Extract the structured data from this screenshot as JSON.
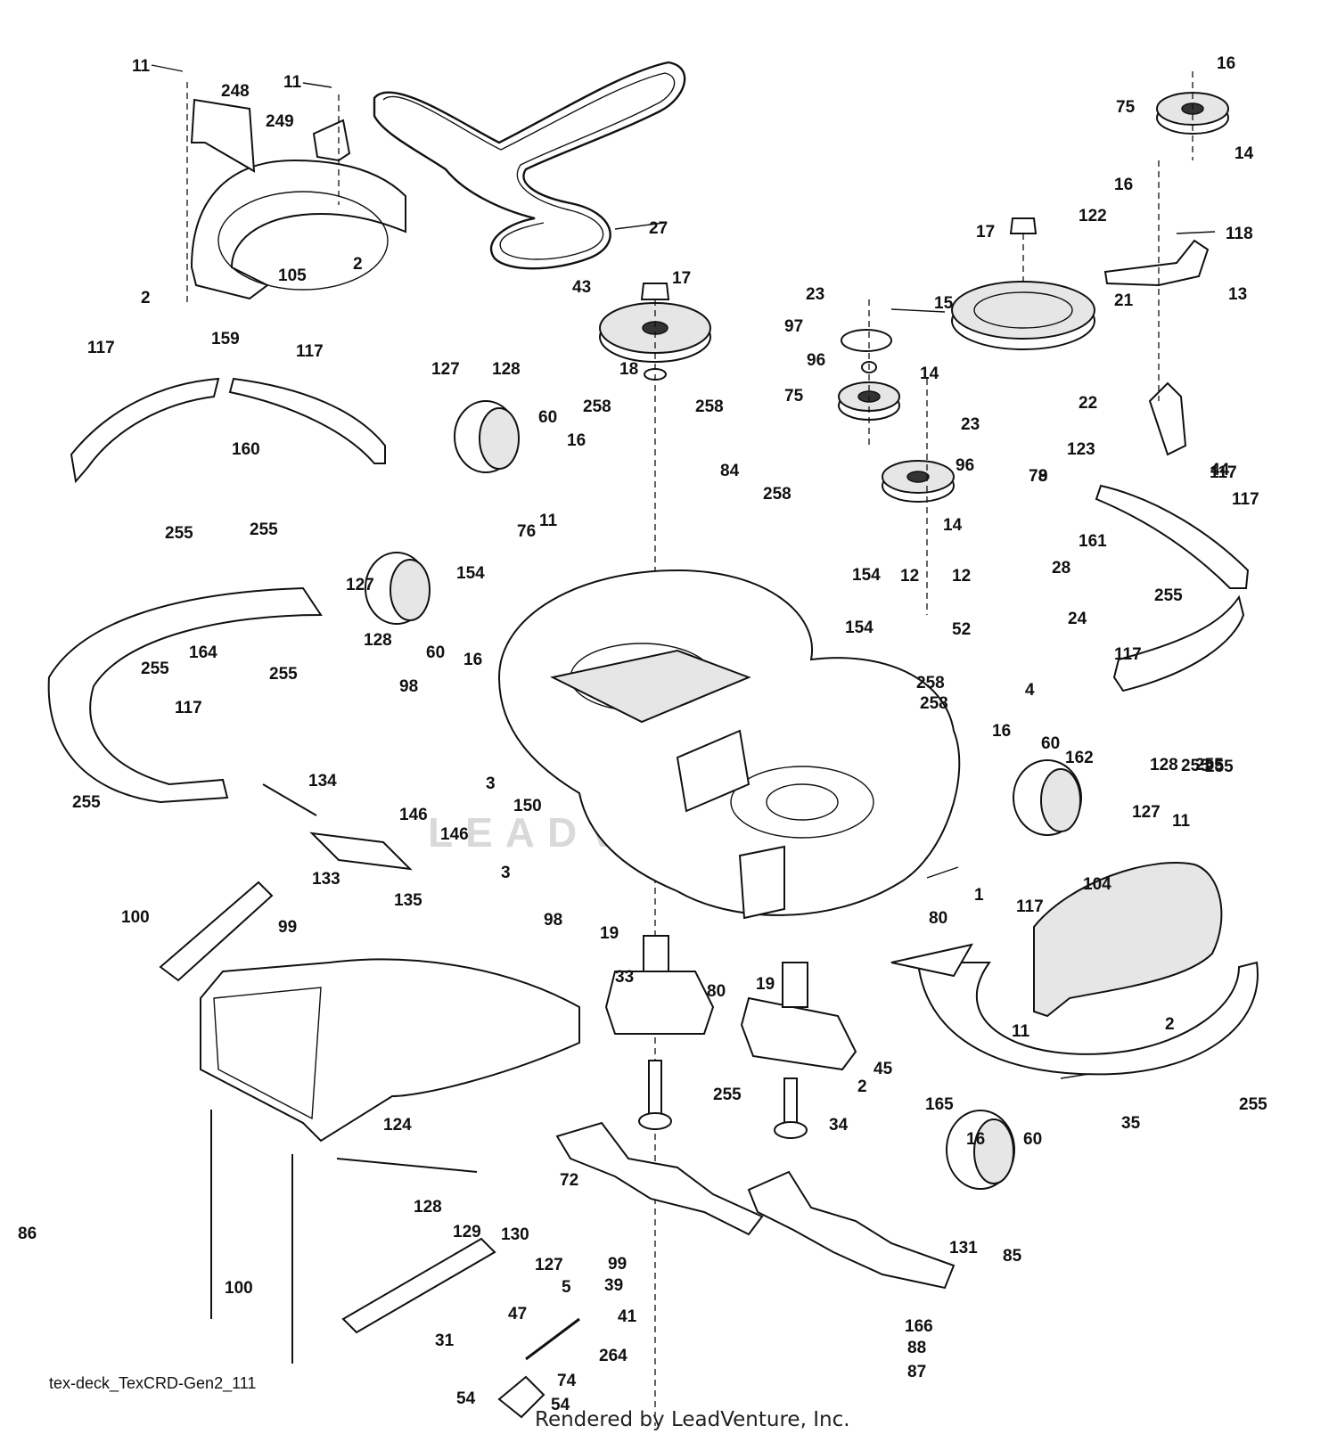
{
  "diagram": {
    "watermark": "LEADVENTURE",
    "drawing_code": "tex-deck_TexCRD-Gen2_111",
    "credit": "Rendered by LeadVenture, Inc.",
    "callouts": [
      "11",
      "248",
      "11",
      "249",
      "2",
      "105",
      "2",
      "27",
      "43",
      "17",
      "18",
      "16",
      "75",
      "14",
      "16",
      "122",
      "118",
      "13",
      "21",
      "22",
      "123",
      "17",
      "15",
      "23",
      "97",
      "96",
      "75",
      "14",
      "23",
      "96",
      "78",
      "9",
      "44",
      "117",
      "159",
      "117",
      "160",
      "255",
      "255",
      "127",
      "128",
      "60",
      "16",
      "258",
      "258",
      "84",
      "11",
      "76",
      "258",
      "154",
      "154",
      "12",
      "12",
      "14",
      "28",
      "52",
      "24",
      "4",
      "161",
      "117",
      "117",
      "255",
      "127",
      "164",
      "128",
      "60",
      "16",
      "255",
      "255",
      "154",
      "117",
      "255",
      "162",
      "98",
      "150",
      "3",
      "258",
      "258",
      "16",
      "60",
      "128",
      "255",
      "117",
      "255",
      "134",
      "146",
      "146",
      "133",
      "135",
      "3",
      "98",
      "127",
      "11",
      "104",
      "1",
      "255",
      "100",
      "99",
      "19",
      "33",
      "80",
      "19",
      "80",
      "117",
      "11",
      "2",
      "2",
      "45",
      "255",
      "255",
      "34",
      "124",
      "72",
      "35",
      "165",
      "16",
      "60",
      "128",
      "129",
      "130",
      "131",
      "85",
      "127",
      "99",
      "39",
      "41",
      "47",
      "5",
      "31",
      "100",
      "264",
      "74",
      "54",
      "54",
      "166",
      "88",
      "87",
      "86"
    ]
  }
}
